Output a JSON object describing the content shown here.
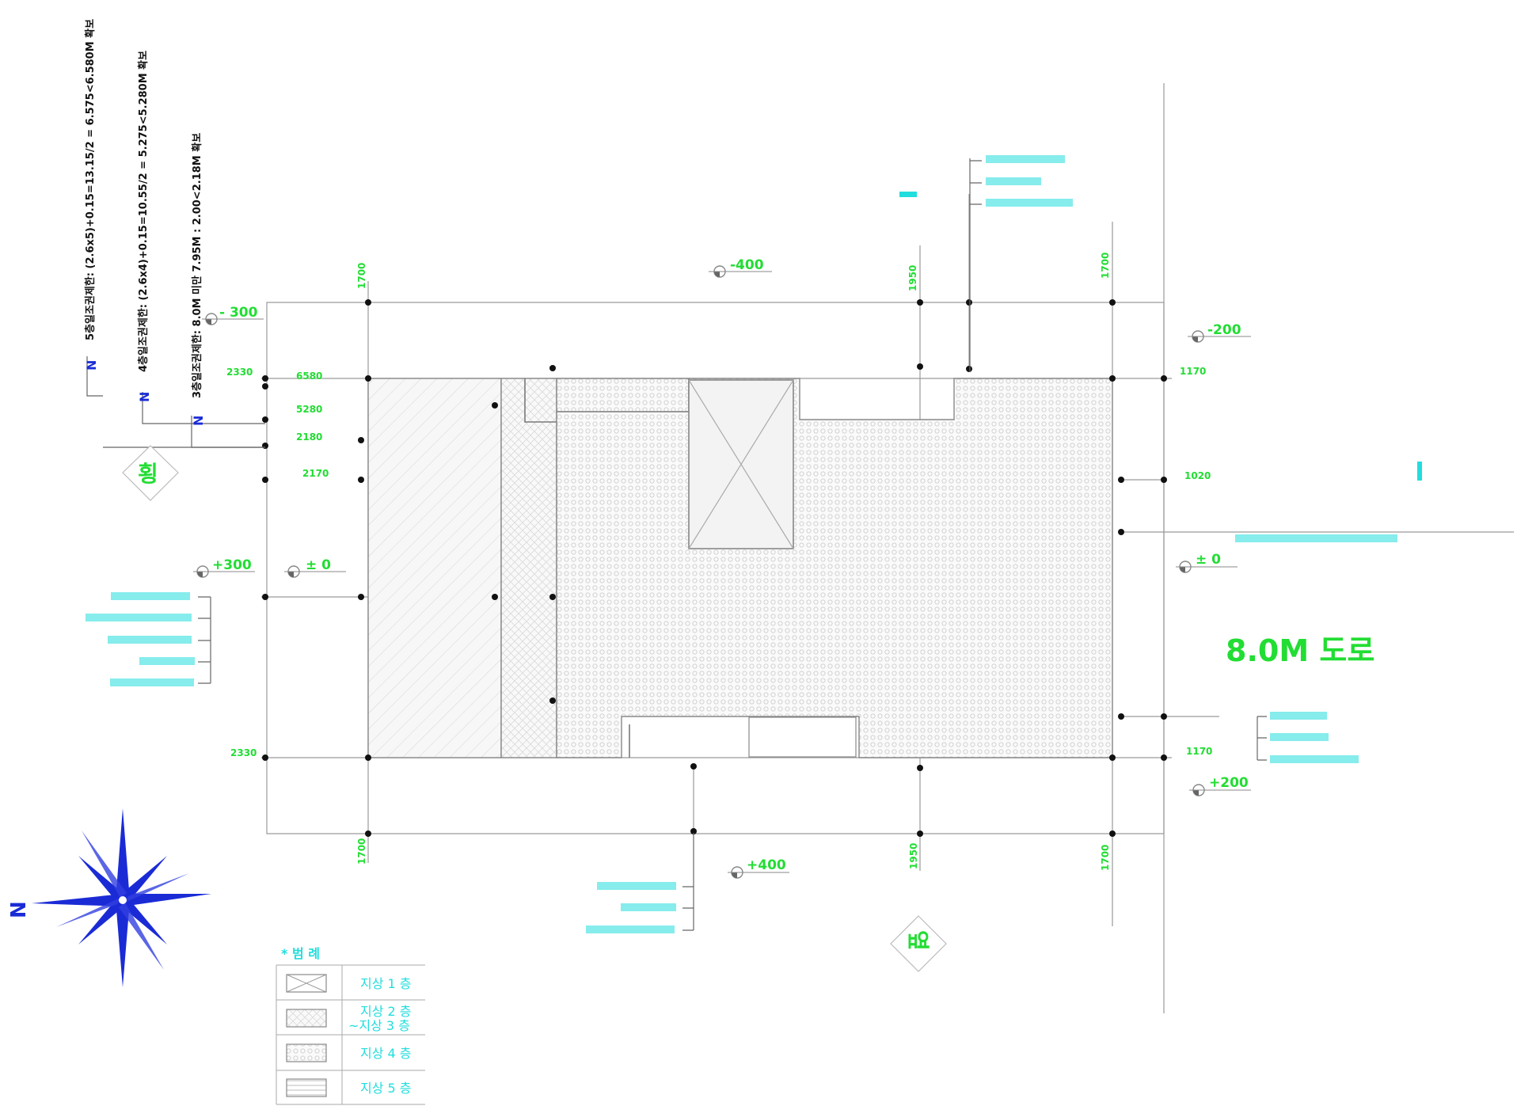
{
  "setback_notes": {
    "n5": "5층일조권제한:  (2.6x5)+0.15=13.15/2 = 6.575<6.580M 확보",
    "n4": "4층일조권제한:  (2.6x4)+0.15=10.55/2 = 5.275<5.280M 확보",
    "n3": "3층일조권제한:  8.0M 미만 7.95M : 2.00<2.18M 확보",
    "n_marker": "N"
  },
  "elevations": {
    "top_center": "-400",
    "top_left": "- 300",
    "top_right": "-200",
    "left_a": "+300",
    "left_b": "± 0",
    "right_mid": "± 0",
    "bottom_right": "+200",
    "bottom_center": "+400"
  },
  "dimensions": {
    "top_1": "1700",
    "top_2": "1950",
    "top_3": "1700",
    "left_1": "2330",
    "left_2": "6580",
    "left_3": "5280",
    "left_4": "2180",
    "left_5": "2170",
    "left_6": "2330",
    "right_1": "1170",
    "right_2": "1020",
    "right_3": "1170",
    "bot_1": "1700",
    "bot_2": "1950",
    "bot_3": "1700"
  },
  "road_label": "8.0M 도로",
  "side_labels": {
    "left_circle": "횡",
    "bottom_circle": "옆"
  },
  "compass_label": "N",
  "legend": {
    "title": "* 범 례",
    "rows": [
      {
        "label": "지상 1 층"
      },
      {
        "label": "지상 2 층\n~지상 3 층"
      },
      {
        "label": "지상 4 층"
      },
      {
        "label": "지상 5 층"
      }
    ]
  },
  "colors": {
    "dimension_text": "#22dd33",
    "annotation_text": "#22dddd",
    "compass": "#1a2bd6"
  }
}
